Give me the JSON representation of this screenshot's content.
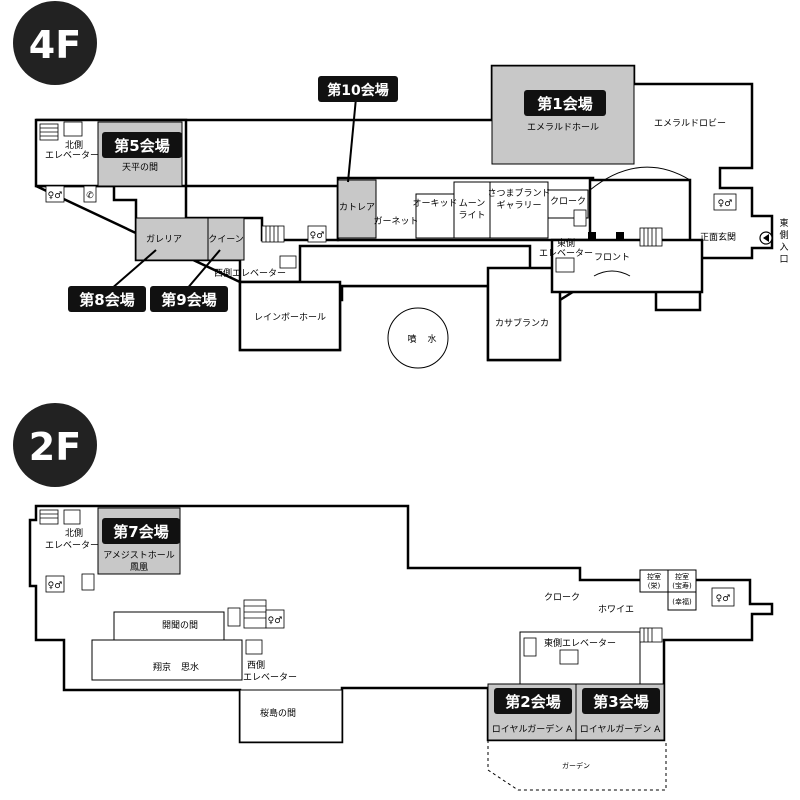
{
  "floors": {
    "f4": {
      "label": "4F"
    },
    "f2": {
      "label": "2F"
    }
  },
  "f4_venues": {
    "v1": {
      "badge": "第1会場",
      "room": "エメラルドホール"
    },
    "v5": {
      "badge": "第5会場",
      "room": "天平の間"
    },
    "v10": {
      "badge": "第10会場",
      "room": "カトレア"
    },
    "v8": {
      "badge": "第8会場",
      "room": "ガレリア"
    },
    "v9": {
      "badge": "第9会場",
      "room": "クイーン"
    }
  },
  "f4_rooms": {
    "emerald_lobby": "エメラルドロビー",
    "garnet": "ガーネット",
    "orchid": "オーキッド",
    "moonlight_1": "ムーン",
    "moonlight_2": "ライト",
    "satsuma_1": "さつまブランド",
    "satsuma_2": "ギャラリー",
    "cloak": "クローク",
    "east_elev_1": "東側",
    "east_elev_2": "エレベーター",
    "front": "フロント",
    "main_entrance": "正面玄関",
    "east_entrance_1": "東",
    "east_entrance_2": "側",
    "east_entrance_3": "入",
    "east_entrance_4": "口",
    "north_elev_1": "北側",
    "north_elev_2": "エレベーター",
    "west_elev": "西側エレベーター",
    "rainbow_hall": "レインボーホール",
    "fountain_1": "噴",
    "fountain_2": "水",
    "casablanca": "カサブランカ"
  },
  "f2_venues": {
    "v7": {
      "badge": "第7会場",
      "room_1": "アメジストホール",
      "room_2": "鳳凰"
    },
    "v2": {
      "badge": "第2会場",
      "room": "ロイヤルガーデン A"
    },
    "v3": {
      "badge": "第3会場",
      "room": "ロイヤルガーデン A"
    }
  },
  "f2_rooms": {
    "north_elev_1": "北側",
    "north_elev_2": "エレベーター",
    "kaikai": "開聞の間",
    "keiryo": "翔京",
    "shisui": "思水",
    "west_elev_1": "西側",
    "west_elev_2": "エレベーター",
    "sakurajima": "桜島の間",
    "cloak": "クローク",
    "foyer": "ホワイエ",
    "east_elev": "東側エレベーター",
    "waiting_1_a": "控室",
    "waiting_1_b": "(栄)",
    "waiting_2_a": "控室",
    "waiting_2_b": "(宝寿)",
    "waiting_3_b": "(幸福)",
    "garden": "ガーデン"
  },
  "icons": {
    "restroom": "restroom-icon",
    "phone": "phone-icon",
    "elevator": "elevator-icon",
    "entrance": "entrance-arrow-icon"
  }
}
